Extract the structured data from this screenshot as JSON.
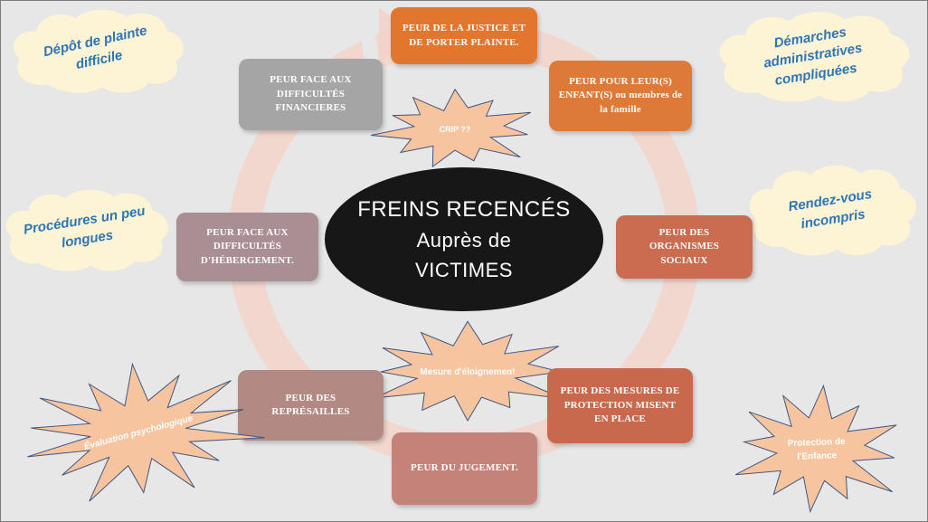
{
  "palette": {
    "background": "#e8e7e7",
    "ring": "#f3d3c9",
    "star_fill": "#f6c49f",
    "star_stroke": "#41567e",
    "cloud_fill": "#fcf4d4",
    "cloud_text": "#2e75b6",
    "center_bg": "#171717",
    "center_text": "#ffffff"
  },
  "center": {
    "line1": "FREINS RECENCÉS",
    "line2": "Auprès de",
    "line3": "VICTIMES"
  },
  "boxes": [
    {
      "label": "PEUR DE LA JUSTICE ET DE PORTER PLAINTE.",
      "color": "#e2762f"
    },
    {
      "label": "PEUR POUR LEUR(S) ENFANT(S) ou membres de la famille",
      "color": "#de7a38"
    },
    {
      "label": "PEUR DES ORGANISMES SOCIAUX",
      "color": "#ca6c4f"
    },
    {
      "label": "PEUR DES MESURES DE PROTECTION MISENT EN PLACE",
      "color": "#c8684c"
    },
    {
      "label": "PEUR DU JUGEMENT.",
      "color": "#c48279"
    },
    {
      "label": "PEUR DES REPRÉSAILLES",
      "color": "#b38a83"
    },
    {
      "label": "PEUR FACE AUX DIFFICULTÉS D'HÉBERGEMENT.",
      "color": "#a98e94"
    },
    {
      "label": "PEUR FACE AUX DIFFICULTÉS FINANCIERES",
      "color": "#a5a5a5"
    }
  ],
  "stars": [
    {
      "label": "CRIP ??"
    },
    {
      "label": "Mesure  d'éloignement"
    },
    {
      "label": "Évaluation psychologique"
    },
    {
      "label": "Protection de l'Enfance"
    }
  ],
  "clouds": [
    {
      "label": "Dépôt de plainte difficile"
    },
    {
      "label": "Démarches administratives compliquées"
    },
    {
      "label": "Rendez-vous incompris"
    },
    {
      "label": "Procédures un peu longues"
    }
  ]
}
